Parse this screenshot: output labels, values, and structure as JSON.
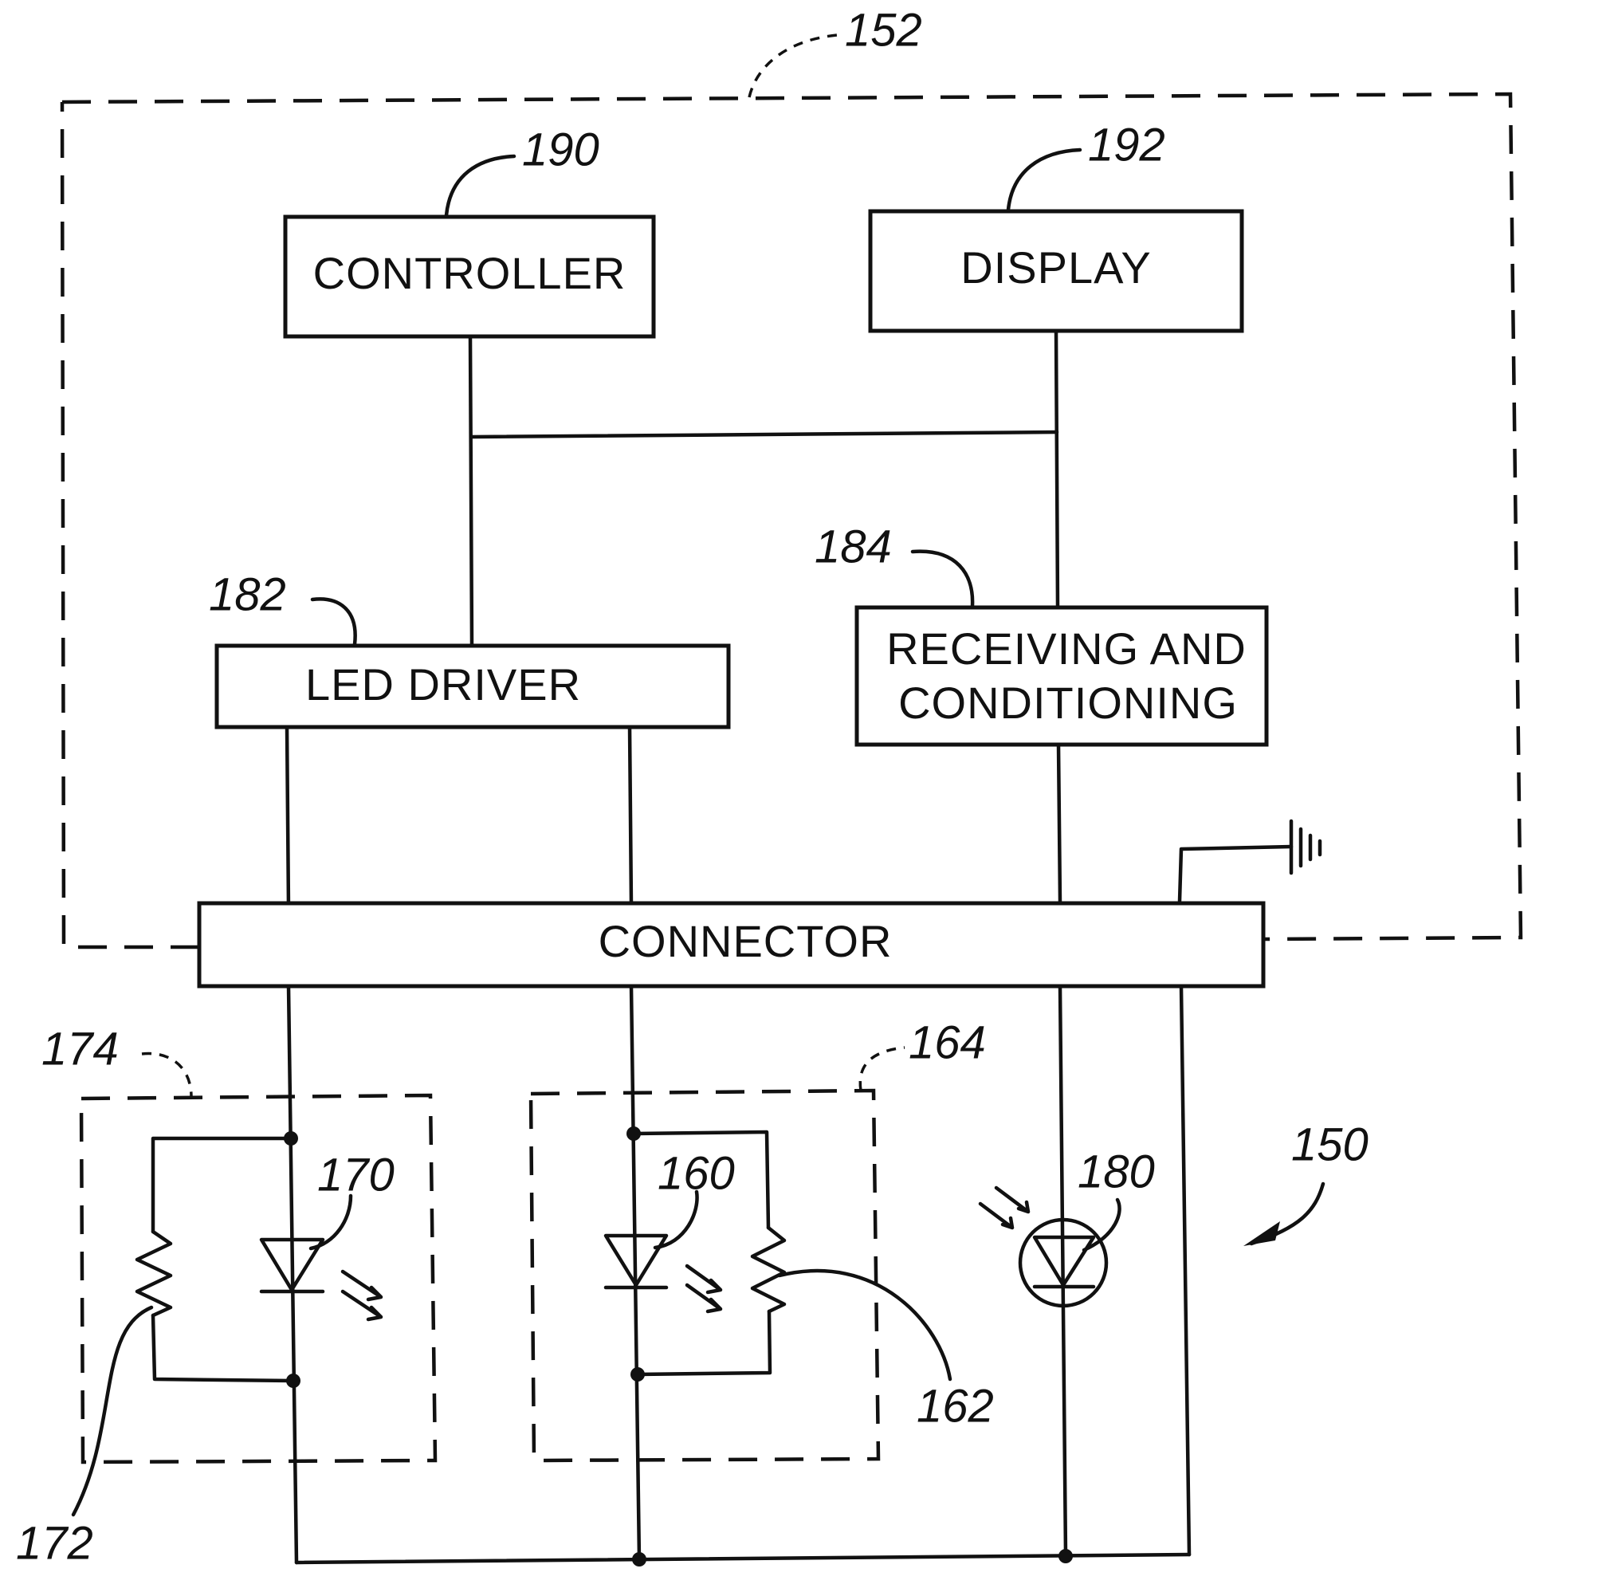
{
  "blocks": {
    "controller": "CONTROLLER",
    "display": "DISPLAY",
    "led_driver": "LED DRIVER",
    "receiving_line1": "RECEIVING AND",
    "receiving_line2": "CONDITIONING",
    "connector": "CONNECTOR"
  },
  "refs": {
    "r152": "152",
    "r190": "190",
    "r192": "192",
    "r182": "182",
    "r184": "184",
    "r174": "174",
    "r164": "164",
    "r170": "170",
    "r160": "160",
    "r180": "180",
    "r150": "150",
    "r162": "162",
    "r172": "172"
  },
  "icons": {
    "ground": "ground-symbol-icon",
    "led": "led-icon",
    "photodiode": "photodiode-icon",
    "resistor": "resistor-icon",
    "arrow": "arrow-icon"
  }
}
